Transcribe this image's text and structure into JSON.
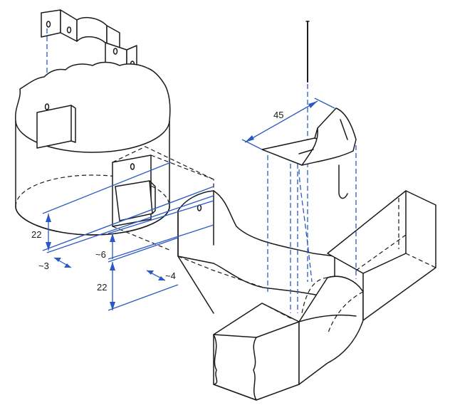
{
  "labels": {
    "width_45": "45",
    "height_22_left": "22",
    "gap_3": "~3",
    "gap_6": "~6",
    "height_22_mid": "22",
    "gap_4": "~4"
  },
  "colors": {
    "ink": "#1a1a1a",
    "dimension": "#2b59c3",
    "background": "#ffffff"
  }
}
